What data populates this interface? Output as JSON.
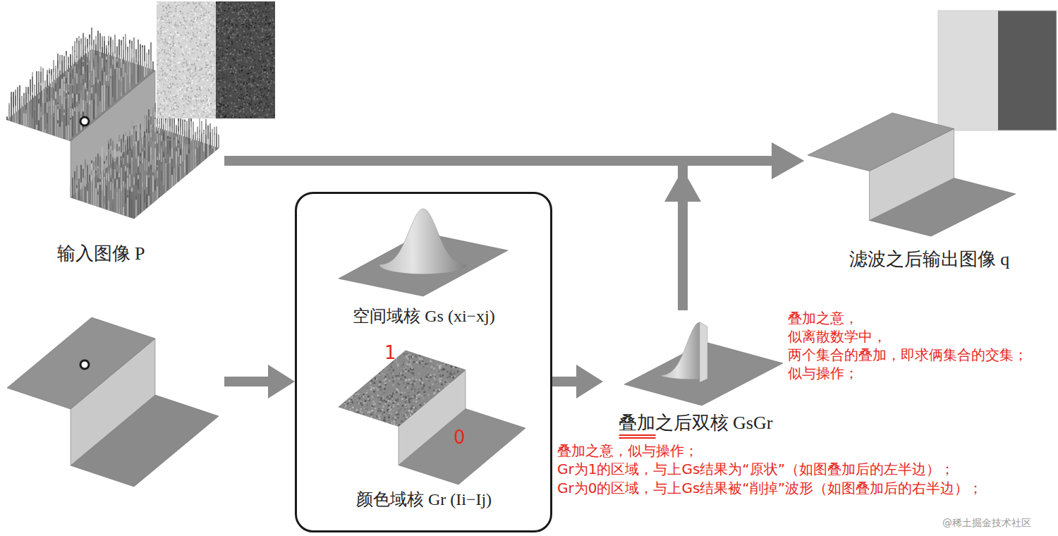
{
  "diagram": {
    "nodes": [
      {
        "text": [
          "输入图像 P"
        ]
      },
      {
        "text": [
          "滤波之后输出图像 q"
        ]
      },
      {
        "text": []
      },
      {
        "text": []
      },
      {
        "text": [
          "空间域核 Gs (xi−xj)"
        ],
        "in": 3
      },
      {
        "text": [
          "颜色域核 Gr (Ii−Ij)"
        ],
        "in": 3
      },
      {
        "text": [
          "叠加之后双核 GsGr"
        ]
      }
    ],
    "edges": [
      {
        "from": 0,
        "to": 1,
        "arrow": "to"
      },
      {
        "from": 2,
        "to": 3,
        "arrow": "to"
      },
      {
        "from": 3,
        "to": 6,
        "arrow": "to"
      },
      {
        "from": 6,
        "to": 1,
        "arrow": "to"
      }
    ],
    "labels": [
      "1",
      "0",
      "叠加之意， 似离散数学中， 两个集合的叠加，即求俩集合的交集； 似与操作；",
      "叠加之意，似与操作； Gr为1的区域，与上Gs结果为“原状”（如图叠加后的左半边）； Gr为0的区域，与上Gs结果被“削掉”波形（如图叠加后的右半边）；",
      "@稀土掘金技术社区"
    ]
  }
}
